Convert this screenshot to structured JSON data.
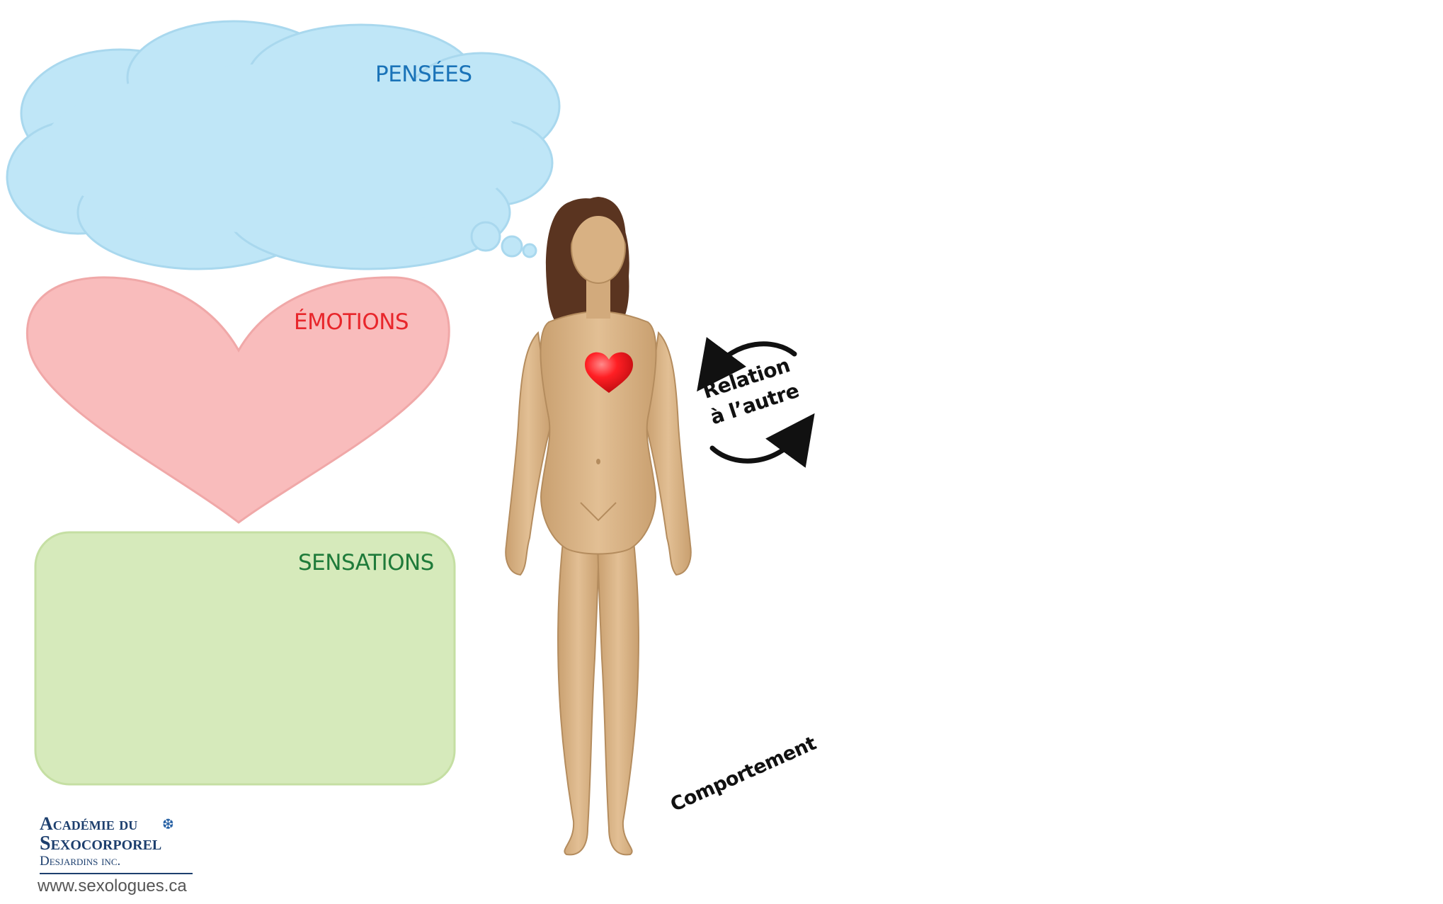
{
  "labels": {
    "thoughts": "PENSÉES",
    "emotions": "ÉMOTIONS",
    "sensations": "SENSATIONS",
    "relation": "Relation à l’autre",
    "behavior": "Comportement"
  },
  "logo": {
    "line1": "Académie du",
    "line2": "Sexocorporel",
    "line3": "Desjardins inc."
  },
  "website": "www.sexologues.ca",
  "colors": {
    "thought_cloud": "#bfe6f7",
    "emotion_heart": "#f9bcbc",
    "sensation_box": "#d6eabb",
    "skin": "#d8b183",
    "hair": "#5a3420",
    "heart_icon": "#e8131a",
    "thoughts_text": "#1a73b8",
    "emotions_text": "#e8262b",
    "sensations_text": "#1f7b3a",
    "logo_text": "#1d3f6e"
  },
  "icons": {
    "figure": "human-female-figure-icon",
    "heart": "heart-icon",
    "cycle": "circular-arrows-icon",
    "maple_leaf": "maple-leaf-icon"
  }
}
